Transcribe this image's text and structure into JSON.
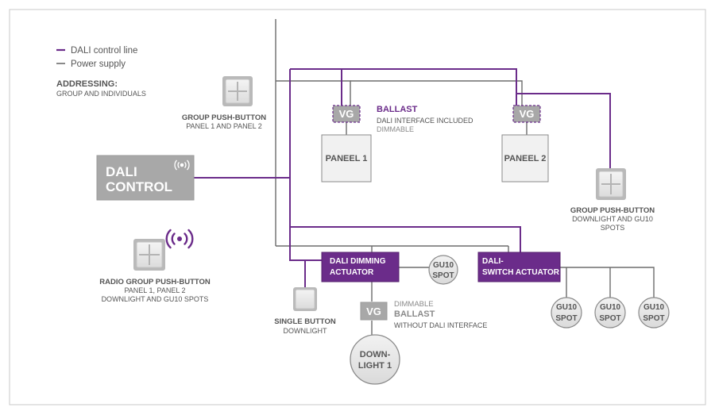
{
  "legend": {
    "dali_line": "DALI control line",
    "power_line": "Power supply"
  },
  "addressing": {
    "title": "ADDRESSING:",
    "subtitle": "GROUP AND INDIVIDUALS"
  },
  "dali_control": {
    "line1": "DALI",
    "line2": "CONTROL"
  },
  "group_button_1": {
    "title": "GROUP PUSH-BUTTON",
    "sub": "PANEL 1 AND PANEL 2"
  },
  "group_button_2": {
    "title": "GROUP PUSH-BUTTON",
    "sub1": "DOWNLIGHT AND GU10",
    "sub2": "SPOTS"
  },
  "radio_button": {
    "title": "RADIO GROUP PUSH-BUTTON",
    "sub1": "PANEL 1, PANEL 2",
    "sub2": "DOWNLIGHT AND GU10 SPOTS"
  },
  "single_button": {
    "title": "SINGLE BUTTON",
    "sub": "DOWNLIGHT"
  },
  "ballast_top": {
    "title": "BALLAST",
    "sub1": "DALI INTERFACE INCLUDED",
    "sub2": "DIMMABLE"
  },
  "ballast_bottom": {
    "line1": "DIMMABLE",
    "line2": "BALLAST",
    "line3": "WITHOUT DALI INTERFACE"
  },
  "vg_label": "VG",
  "panel1": "PANEEL 1",
  "panel2": "PANEEL 2",
  "dimming_actuator": {
    "line1": "DALI DIMMING",
    "line2": "ACTUATOR"
  },
  "switch_actuator": {
    "line1": "DALI-",
    "line2": "SWITCH ACTUATOR"
  },
  "gu10": {
    "line1": "GU10",
    "line2": "SPOT"
  },
  "downlight": {
    "line1": "DOWN-",
    "line2": "LIGHT 1"
  },
  "colors": {
    "dali_purple": "#6b2c8a",
    "power_grey": "#6d6d6d",
    "device_grey": "#a8a8a8",
    "label_grey": "#8a8a8a"
  }
}
